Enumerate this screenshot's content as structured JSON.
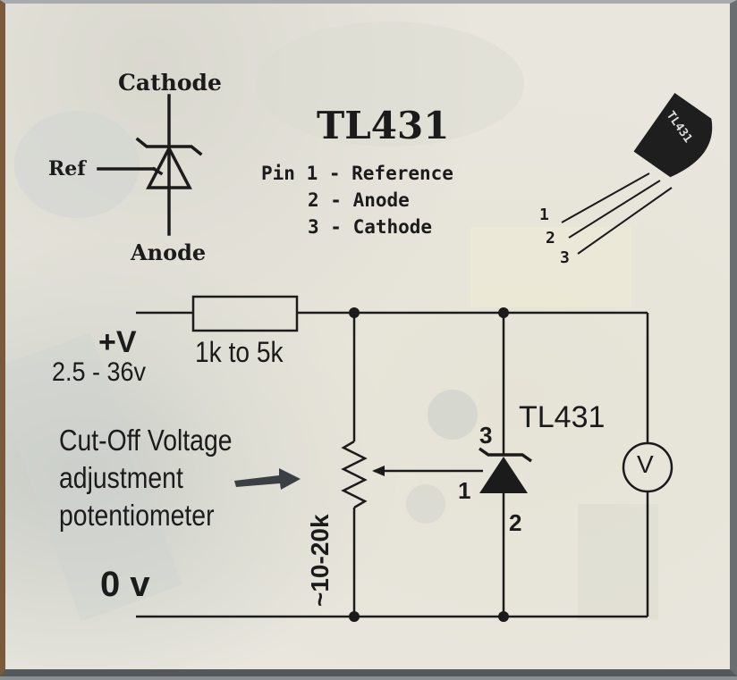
{
  "symbol": {
    "cathode_label": "Cathode",
    "ref_label": "Ref",
    "anode_label": "Anode"
  },
  "title": "TL431",
  "pinout": {
    "line1": "Pin 1 - Reference",
    "line2": "2 - Anode",
    "line3": "3 - Cathode"
  },
  "package": {
    "marking": "TL431",
    "pin1": "1",
    "pin2": "2",
    "pin3": "3"
  },
  "circuit": {
    "supply_plus": "+V",
    "supply_range": "2.5 - 36v",
    "resistor_value": "1k to 5k",
    "pot_description_1": "Cut-Off Voltage",
    "pot_description_2": "adjustment",
    "pot_description_3": "potentiometer",
    "pot_value": "~10-20k",
    "ground_label": "0 v",
    "ic_label": "TL431",
    "ic_pin_cathode": "3",
    "ic_pin_ref": "1",
    "ic_pin_anode": "2",
    "meter_symbol": "V"
  },
  "colors": {
    "ink": "#1b1b1b",
    "background": "#e8e6dd"
  }
}
